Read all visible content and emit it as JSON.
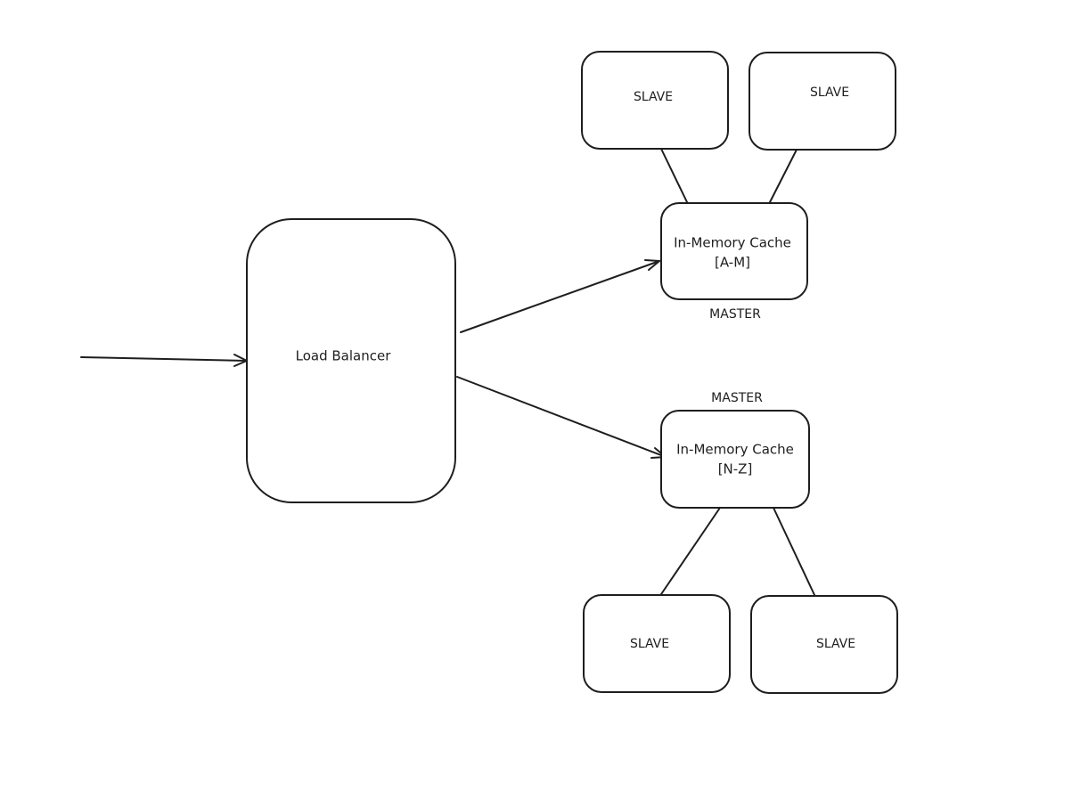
{
  "diagram": {
    "load_balancer": {
      "label": "Load Balancer"
    },
    "cache_am": {
      "line1": "In-Memory Cache",
      "line2": "[A-M]",
      "role": "MASTER",
      "slaves": [
        "SLAVE",
        "SLAVE"
      ]
    },
    "cache_nz": {
      "line1": "In-Memory Cache",
      "line2": "[N-Z]",
      "role": "MASTER",
      "slaves": [
        "SLAVE",
        "SLAVE"
      ]
    }
  }
}
